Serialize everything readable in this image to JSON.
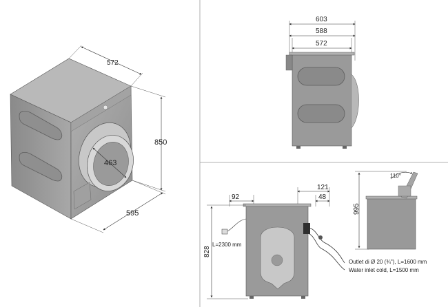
{
  "iso_view": {
    "width_label": "572",
    "height_label": "850",
    "depth_label": "595",
    "door_label": "463"
  },
  "side_view": {
    "depth_overall": "603",
    "depth_mid": "588",
    "depth_body": "572"
  },
  "back_view": {
    "offset_left": "92",
    "offset_right_top": "121",
    "offset_right": "48",
    "height_label": "828",
    "cable_label": "L=2300 mm",
    "outlet_note": "Outlet di Ø 20 (¾\"), L=1600 mm",
    "inlet_note": "Water inlet cold, L=1500 mm"
  },
  "lid_view": {
    "angle_label": "110°",
    "height_label": "995"
  },
  "colors": {
    "body": "#9c9c9c",
    "body_dark": "#7d7d7d",
    "top": "#b5b5b5",
    "line": "#333333"
  }
}
